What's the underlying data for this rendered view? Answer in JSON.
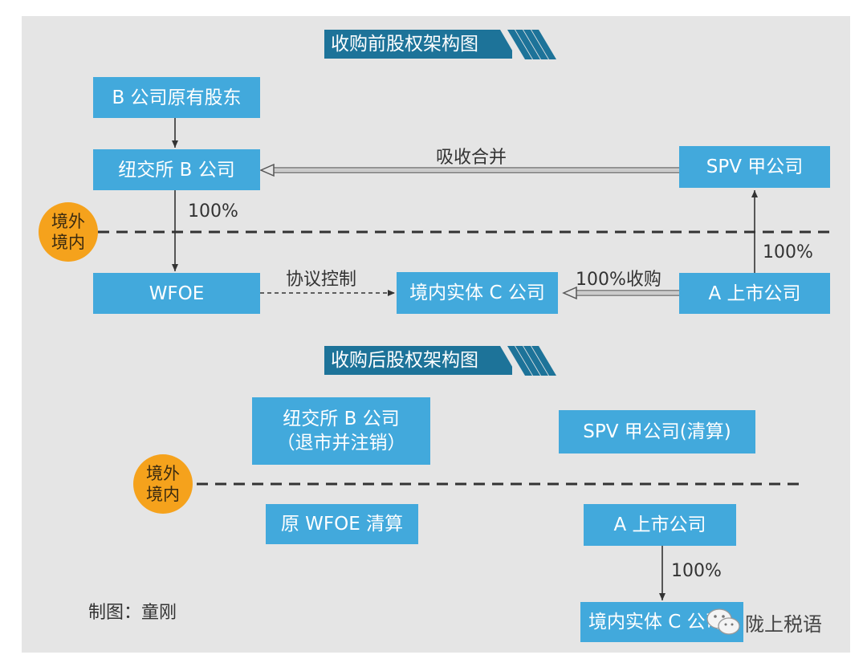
{
  "before": {
    "title": "收购前股权架构图",
    "boxes": {
      "b_shareholders": "B 公司原有股东",
      "nyse_b": "纽交所 B 公司",
      "spv": "SPV 甲公司",
      "wfoe": "WFOE",
      "domestic_c": "境内实体 C 公司",
      "a_listed": "A 上市公司"
    },
    "labels": {
      "merger": "吸收合并",
      "pct_b_wfoe": "100%",
      "pct_a_spv": "100%",
      "vie_control": "协议控制",
      "acquisition": "100%收购"
    },
    "border_marker": [
      "境外",
      "境内"
    ]
  },
  "after": {
    "title": "收购后股权架构图",
    "boxes": {
      "nyse_b_line1": "纽交所 B 公司",
      "nyse_b_line2": "（退市并注销）",
      "spv": "SPV 甲公司(清算)",
      "wfoe": "原 WFOE 清算",
      "a_listed": "A 上市公司",
      "domestic_c": "境内实体 C 公司"
    },
    "labels": {
      "pct_a_c": "100%"
    },
    "border_marker": [
      "境外",
      "境内"
    ]
  },
  "credit": "制图：童刚",
  "watermark": "陇上税语",
  "colors": {
    "box": "#42a9dc",
    "banner": "#1d7399",
    "marker": "#f5a21c",
    "background": "#e5e5e5"
  }
}
